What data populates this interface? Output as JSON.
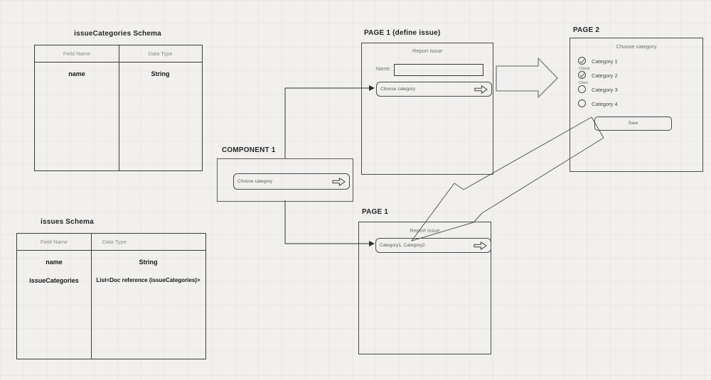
{
  "colors": {
    "background": "#f1f0ee",
    "grid_line": "#e9e8e5",
    "shape_stroke_dark": "#3a3a3a",
    "frame_stroke": "#4a4a4a",
    "block_arrow_stroke": "#8f8f8f",
    "muted_text": "#8a8a8a"
  },
  "tables": [
    {
      "title": "issueCategories Schema",
      "headers": [
        "Field Name",
        "Data Type"
      ],
      "rows": [
        [
          "name",
          "String"
        ]
      ]
    },
    {
      "title": "issues Schema",
      "headers": [
        "Field Name",
        "Data Type"
      ],
      "rows": [
        [
          "name",
          "String"
        ],
        [
          "issueCategories",
          "List<Doc reference (issueCategories)>"
        ]
      ]
    }
  ],
  "component1": {
    "label": "COMPONENT 1",
    "dropdown_label": "Choose category"
  },
  "page1_define": {
    "label": "PAGE 1 (define issue)",
    "title": "Report issue",
    "name_label": "Name:",
    "name_value": "",
    "dropdown_label": "Choose category"
  },
  "page2": {
    "label": "PAGE 2",
    "title": "Choose category",
    "options": [
      {
        "label": "Category 1",
        "checked": true,
        "note": "Check"
      },
      {
        "label": "Category 2",
        "checked": true,
        "note": "Chen"
      },
      {
        "label": "Category 3",
        "checked": false,
        "note": ""
      },
      {
        "label": "Category 4",
        "checked": false,
        "note": ""
      }
    ],
    "save_label": "Save"
  },
  "page1_result": {
    "label": "PAGE 1",
    "title": "Report issue",
    "dropdown_value": "Category1, Category2"
  }
}
